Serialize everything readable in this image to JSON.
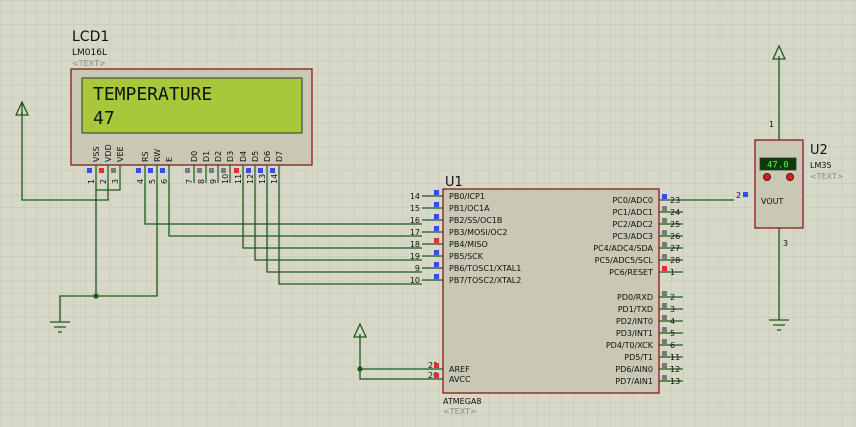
{
  "lcd": {
    "ref": "LCD1",
    "model": "LM016L",
    "text_tag": "<TEXT>",
    "line1": "TEMPERATURE",
    "line2": "47",
    "pins": [
      {
        "name": "VSS",
        "num": "1"
      },
      {
        "name": "VDD",
        "num": "2"
      },
      {
        "name": "VEE",
        "num": "3"
      },
      {
        "name": "RS",
        "num": "4"
      },
      {
        "name": "RW",
        "num": "5"
      },
      {
        "name": "E",
        "num": "6"
      },
      {
        "name": "D0",
        "num": "7"
      },
      {
        "name": "D1",
        "num": "8"
      },
      {
        "name": "D2",
        "num": "9"
      },
      {
        "name": "D3",
        "num": "10"
      },
      {
        "name": "D4",
        "num": "11"
      },
      {
        "name": "D5",
        "num": "12"
      },
      {
        "name": "D6",
        "num": "13"
      },
      {
        "name": "D7",
        "num": "14"
      }
    ]
  },
  "mcu": {
    "ref": "U1",
    "model": "ATMEGA8",
    "text_tag": "<TEXT>",
    "left_pins": [
      {
        "num": "14",
        "label": "PB0/ICP1"
      },
      {
        "num": "15",
        "label": "PB1/OC1A"
      },
      {
        "num": "16",
        "label": "PB2/SS/OC1B"
      },
      {
        "num": "17",
        "label": "PB3/MOSI/OC2"
      },
      {
        "num": "18",
        "label": "PB4/MISO"
      },
      {
        "num": "19",
        "label": "PB5/SCK"
      },
      {
        "num": "9",
        "label": "PB6/TOSC1/XTAL1"
      },
      {
        "num": "10",
        "label": "PB7/TOSC2/XTAL2"
      }
    ],
    "power_pins": [
      {
        "num": "21",
        "label": "AREF"
      },
      {
        "num": "20",
        "label": "AVCC"
      }
    ],
    "right_pins": [
      {
        "num": "23",
        "label": "PC0/ADC0"
      },
      {
        "num": "24",
        "label": "PC1/ADC1"
      },
      {
        "num": "25",
        "label": "PC2/ADC2"
      },
      {
        "num": "26",
        "label": "PC3/ADC3"
      },
      {
        "num": "27",
        "label": "PC4/ADC4/SDA"
      },
      {
        "num": "28",
        "label": "PC5/ADC5/SCL"
      },
      {
        "num": "1",
        "label": "PC6/RESET"
      },
      {
        "num": "2",
        "label": "PD0/RXD"
      },
      {
        "num": "3",
        "label": "PD1/TXD"
      },
      {
        "num": "4",
        "label": "PD2/INT0"
      },
      {
        "num": "5",
        "label": "PD3/INT1"
      },
      {
        "num": "6",
        "label": "PD4/T0/XCK"
      },
      {
        "num": "11",
        "label": "PD5/T1"
      },
      {
        "num": "12",
        "label": "PD6/AIN0"
      },
      {
        "num": "13",
        "label": "PD7/AIN1"
      }
    ]
  },
  "sensor": {
    "ref": "U2",
    "model": "LM35",
    "text_tag": "<TEXT>",
    "display": "47.0",
    "out_label": "VOUT",
    "pin_top": "1",
    "pin_out": "2",
    "pin_bottom": "3"
  },
  "colors": {
    "background": "#d8d8c8",
    "grid": "#c6c6b6",
    "body_fill": "#c8c8b4",
    "body_stroke": "#8b1a1a",
    "lcd_screen": "#a6c83a",
    "wire": "#1a5a1a",
    "pin_blue": "#3050e0",
    "pin_red": "#e03030",
    "pin_gray": "#7a7a7a",
    "sensor_display_bg": "#0a3a0a",
    "sensor_display_text": "#4cff4c"
  }
}
